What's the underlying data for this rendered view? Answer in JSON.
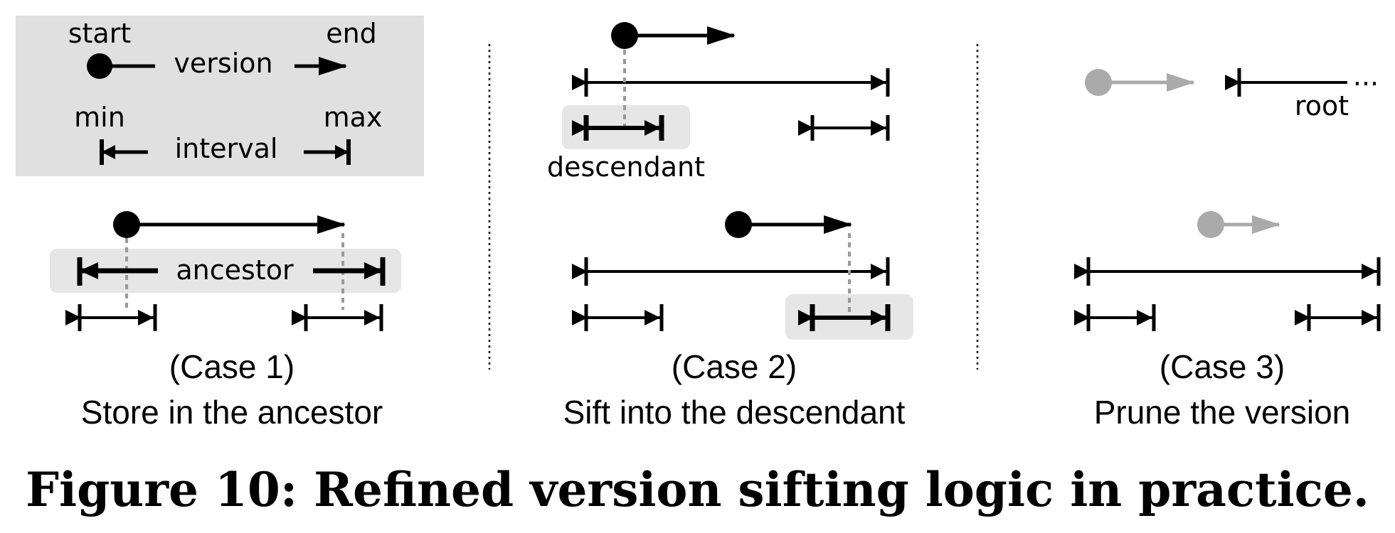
{
  "legend": {
    "start": "start",
    "end": "end",
    "version": "version",
    "min": "min",
    "max": "max",
    "interval": "interval"
  },
  "case1": {
    "node_label": "ancestor",
    "title": "(Case 1)",
    "subtitle": "Store in the ancestor"
  },
  "case2": {
    "node_label": "descendant",
    "title": "(Case 2)",
    "subtitle": "Sift into the descendant"
  },
  "case3": {
    "root_label": "root",
    "root_ellipsis": "...",
    "title": "(Case 3)",
    "subtitle": "Prune the version"
  },
  "figure_caption": "Figure 10: Refined version sifting logic in practice.",
  "colors": {
    "ink": "#000000",
    "highlight_box": "#e6e6e6",
    "legend_box": "#e0e0e0",
    "pruned_version": "#aaaaaa",
    "guide_dash": "#999999"
  },
  "icons": [
    "version-dot-icon",
    "version-arrow-icon",
    "interval-bracket-icon"
  ]
}
